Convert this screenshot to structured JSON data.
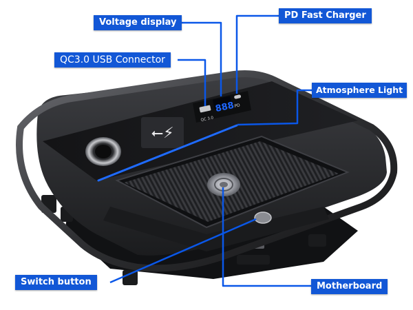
{
  "callouts": {
    "voltage_display": "Voltage display",
    "pd_fast_charger": "PD Fast Charger",
    "qc_connector": "QC3.0 USB Connector",
    "atmosphere_light": "Atmosphere Light",
    "switch_button": "Switch button",
    "motherboard": "Motherboard"
  },
  "device": {
    "display_readout": "888",
    "qc_port_label": "QC 3.0",
    "pd_port_label": "PD"
  },
  "colors": {
    "callout_bg": "#1257d6",
    "callout_line": "#0a57e8",
    "display_digits": "#1e66ff",
    "body": "#2b2c2f"
  }
}
